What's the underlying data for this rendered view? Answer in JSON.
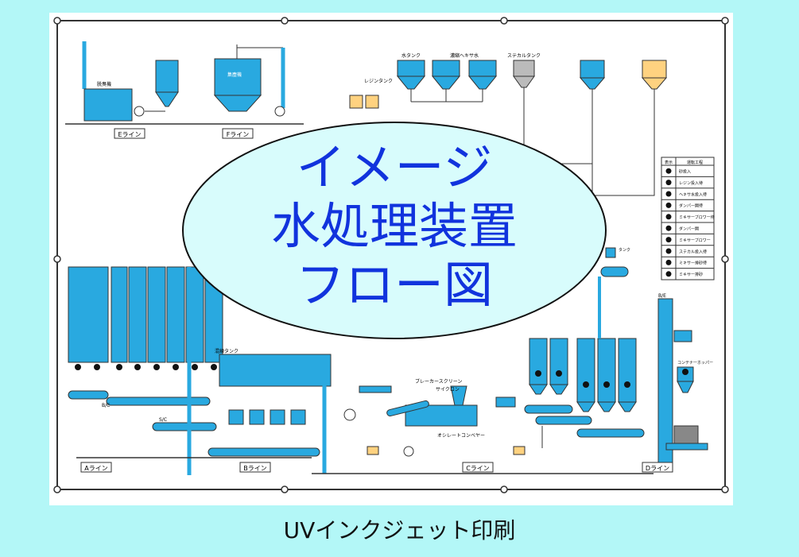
{
  "overlay": {
    "line1": "イメージ",
    "line2": "水処理装置",
    "line3": "フロー図"
  },
  "caption": "UVインクジェット印刷",
  "lines": {
    "a": "Aライン",
    "b": "Bライン",
    "c": "Cライン",
    "d": "Dライン",
    "e": "Eライン",
    "f": "Fライン"
  },
  "legend": {
    "header_symbol": "表示",
    "header_process": "運転工程",
    "items": [
      "砂投入",
      "レジン投入待",
      "ヘキサ水投入待",
      "ダンパー開待",
      "ミキサーブロワー待",
      "ダンパー開",
      "ミキサーブロワー",
      "ステカル投入待",
      "ミキサー排砂待",
      "ミキサー排砂"
    ]
  },
  "labels": {
    "dust_collector": "集塵機",
    "deodorizer": "脱臭機",
    "bc": "B/C",
    "sc": "S/C",
    "be": "B/E",
    "resin_tank": "レジンタンク",
    "water_tank": "水タンク",
    "hexa_water": "濃縮ヘキサ水",
    "stekal_tank": "ステカルタンク",
    "container_hopper": "コンテナーホッパー",
    "cooler": "オシレートコンベヤー",
    "cyclone": "サイクロン",
    "breaker_screen": "ブレーカースクリーン",
    "tank_label": "タンク",
    "mixing_tank": "混練タンク"
  },
  "colors": {
    "accent_blue": "#1133dd",
    "vessel_blue": "#29a9e0",
    "background": "#b3f7f7",
    "hopper_yellow": "#ffd280"
  }
}
